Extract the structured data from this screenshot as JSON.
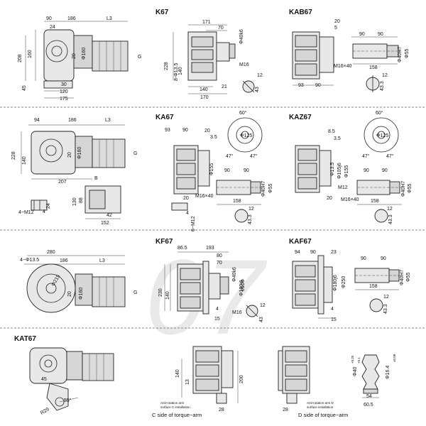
{
  "watermark": "07",
  "models": {
    "k67": "K67",
    "kab67": "KAB67",
    "ka67": "KA67",
    "kaz67": "KAZ67",
    "kf67": "KF67",
    "kaf67": "KAF67",
    "kat67": "KAT67"
  },
  "dims": {
    "d90": "90",
    "d186": "186",
    "L3": "L3",
    "d24": "24",
    "d208": "208",
    "d160": "160",
    "phi160": "Φ160",
    "d20": "20",
    "G": "G",
    "d45": "45",
    "d30": "30",
    "d120": "120",
    "d175": "175",
    "d171": "171",
    "d70": "70",
    "phi40k6": "Φ40k6",
    "d228": "228",
    "d140": "140",
    "d8phi": "8-Φ13.5",
    "M16": "M16",
    "d12": "12",
    "d21": "21",
    "d170": "170",
    "d43": "43",
    "d5": "5",
    "M16x40": "M16×40",
    "phi40H7": "Φ40H7",
    "phi55": "Φ55",
    "d158": "158",
    "d93": "93",
    "d433": "43.3",
    "d94": "94",
    "B": "B",
    "d207": "207",
    "d130": "130",
    "d88": "88",
    "d4": "4",
    "d4M12": "4−M12",
    "d42": "42",
    "d152": "152",
    "d60deg": "60°",
    "d35": "3.5",
    "phi125": "Φ125",
    "d47deg": "47°",
    "phi155": "Φ155",
    "d6M12": "6−M12",
    "d85": "8.5",
    "phi135": "Φ13.5",
    "phi105j6": "Φ105j6",
    "M12": "M12",
    "d4phi": "4−Φ13.5",
    "d280": "280",
    "phi215": "Φ215",
    "d865": "86.5",
    "d193": "193",
    "d80": "80",
    "d230": "230",
    "phi40k6b": "Φ40k6",
    "phi180j6": "Φ180j6",
    "phi250": "Φ250",
    "d15": "15",
    "d23": "23",
    "d55deg": "55°",
    "R29": "R29",
    "d200": "200",
    "d13": "13",
    "d28": "28",
    "phi40tol": "Φ40",
    "phi164": "Φ16.4",
    "d54": "54",
    "d605": "60.5",
    "tol1": "+0.25",
    "tol2": "+0.1",
    "tol3": "±0.08"
  },
  "captions": {
    "arm_c_1": "Anti-rotation arm",
    "arm_c_2": "surface C installation",
    "c_side": "C side of torque−arm",
    "arm_d_1": "Anti-rotation arm D",
    "arm_d_2": "surface installation",
    "d_side": "D side of torque−arm"
  }
}
